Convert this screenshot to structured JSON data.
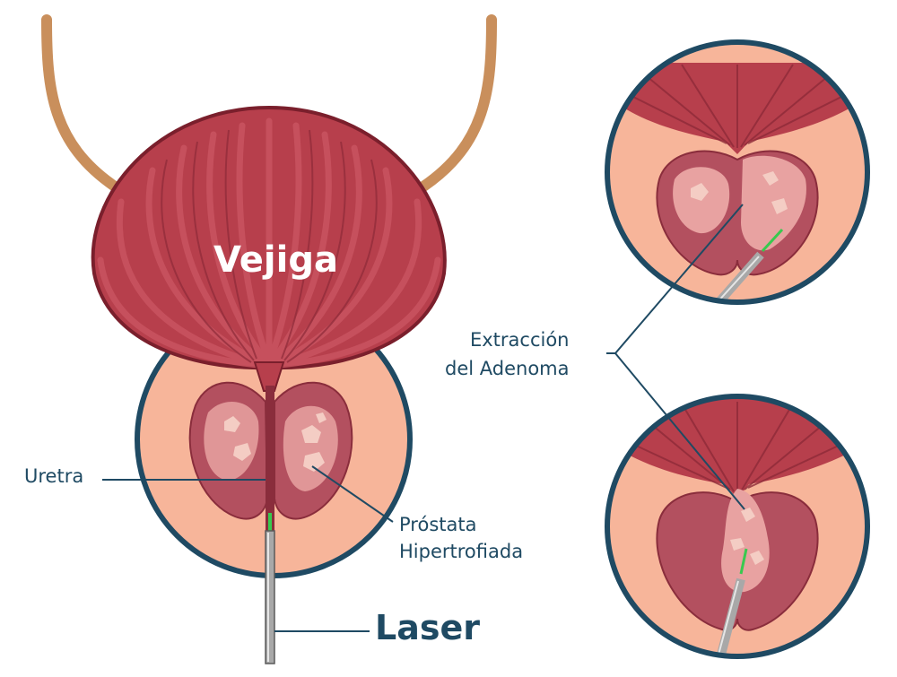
{
  "labels": {
    "bladder": "Vejiga",
    "urethra": "Uretra",
    "prostate": {
      "line1": "Próstata",
      "line2": "Hipertrofiada"
    },
    "extraction": {
      "line1": "Extracción",
      "line2": "del Adenoma"
    },
    "laser": "Laser"
  },
  "colors": {
    "bladder": "#b73f4c",
    "bladder_dark": "#7a1f2c",
    "bladder_stripe": "#c95460",
    "ureter": "#c98f5c",
    "tissue": "#f7b59a",
    "prostate": "#b3505f",
    "adenoma": "#e8a2a1",
    "outline": "#1f4a63",
    "laser_tip": "#38c94f",
    "instrument": "#a8a8a8"
  }
}
